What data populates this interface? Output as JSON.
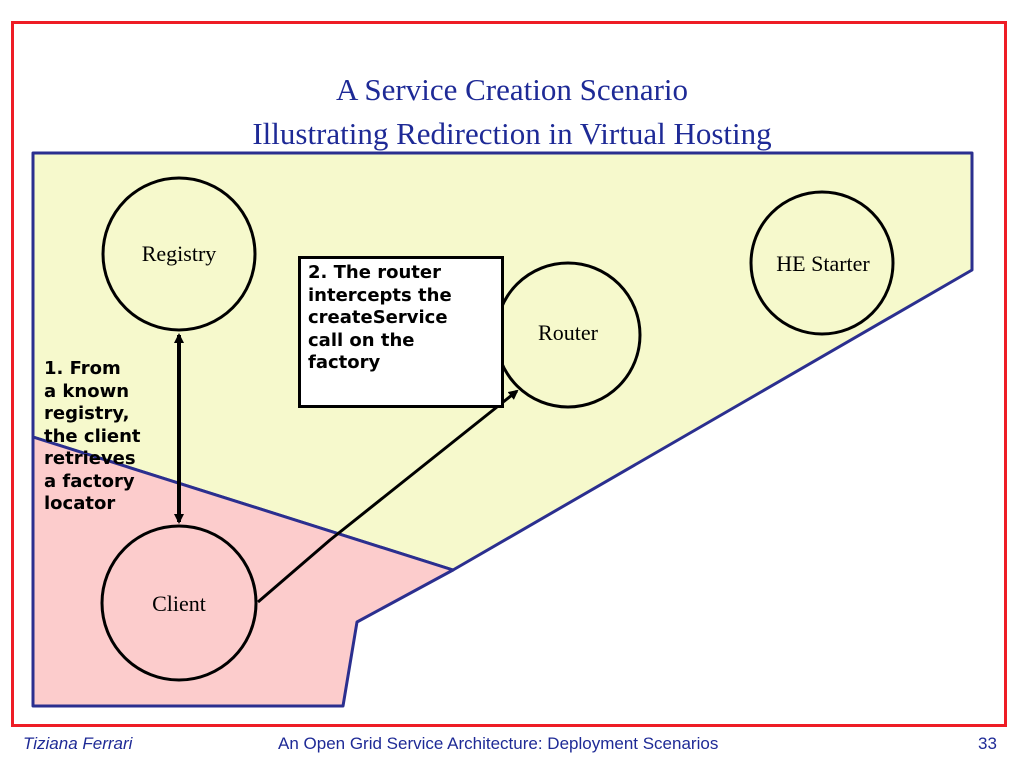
{
  "slide": {
    "title_line1": "A Service Creation Scenario",
    "title_line2": "Illustrating Redirection in Virtual Hosting"
  },
  "nodes": {
    "registry": "Registry",
    "router": "Router",
    "he_starter": "HE Starter",
    "client": "Client"
  },
  "callouts": {
    "step1": "1. From\na known\nregistry,\nthe client\nretrieves\na factory\nlocator",
    "step2": "2. The router\nintercepts the\ncreateService\ncall on the\nfactory"
  },
  "footer": {
    "author": "Tiziana Ferrari",
    "subject": "An Open Grid Service Architecture: Deployment Scenarios",
    "page": "33"
  },
  "colors": {
    "frame": "#ee1c25",
    "outline": "#2b2f8f",
    "hosting_region": "#f6f9cc",
    "client_region": "#fccccc",
    "node_fill": "#f6f9cc",
    "title": "#1e2a96"
  }
}
